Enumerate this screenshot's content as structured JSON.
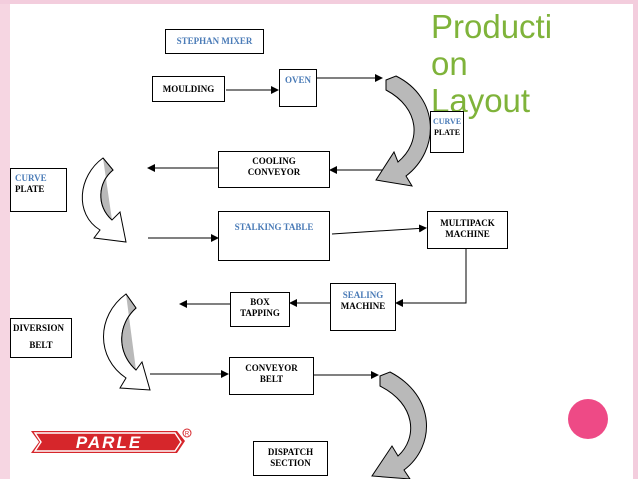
{
  "title": "Producti\non\nLayout",
  "boxes": {
    "stephan_mixer": "STEPHAN MIXER",
    "moulding": "MOULDING",
    "oven": "OVEN",
    "curve_plate_right_1": "CURVE",
    "curve_plate_right_2": "PLATE",
    "cooling_1": "COOLING",
    "cooling_2": "CONVEYOR",
    "curve_plate_left_1": "CURVE",
    "curve_plate_left_2": "PLATE",
    "stalking_table": "STALKING TABLE",
    "multipack_1": "MULTIPACK",
    "multipack_2": "MACHINE",
    "sealing_1": "SEALING",
    "sealing_2": "MACHINE",
    "box_tapping_1": "BOX",
    "box_tapping_2": "TAPPING",
    "diversion_1": "DIVERSION",
    "diversion_2": "BELT",
    "conveyor_belt_1": "CONVEYOR",
    "conveyor_belt_2": "BELT",
    "dispatch_1": "DISPATCH",
    "dispatch_2": "SECTION"
  },
  "logo": {
    "text": "PARLE",
    "mark": "R"
  },
  "colors": {
    "accent_green": "#7fb33a",
    "blue_text": "#4a7bb7",
    "parle_red": "#d6262b",
    "circle_pink": "#ee4a86"
  }
}
